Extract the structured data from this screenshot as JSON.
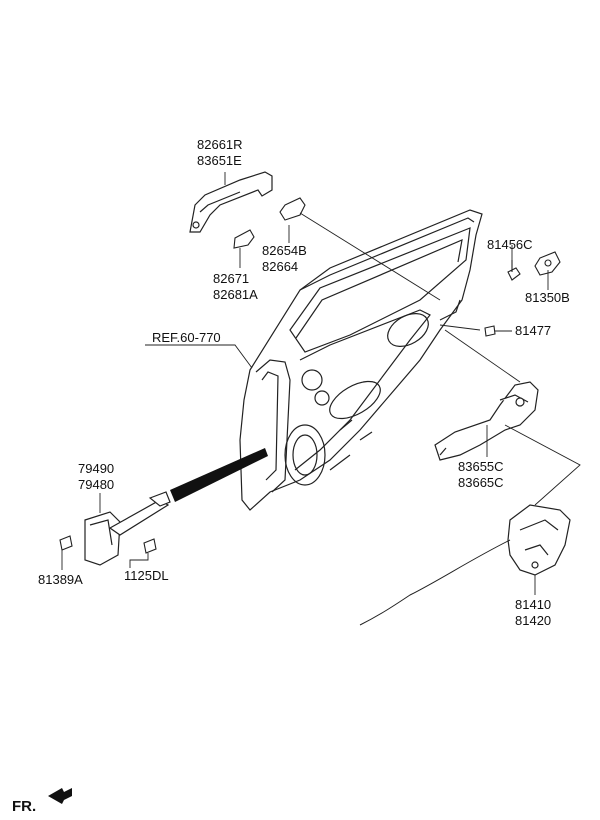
{
  "labels": {
    "outside_handle": [
      "82661R",
      "83651E"
    ],
    "handle_cover_pad": [
      "82654B",
      "82664"
    ],
    "handle_gasket": [
      "82671",
      "82681A"
    ],
    "ref": "REF.60-770",
    "bolt_upper": "81456C",
    "striker_plate": "81350B",
    "bolt_side": "81477",
    "inside_handle": [
      "83655C",
      "83665C"
    ],
    "door_checker": [
      "79490",
      "79480"
    ],
    "checker_bolt_left": "81389A",
    "checker_bolt_right": "1125DL",
    "door_latch": [
      "81410",
      "81420"
    ],
    "front_indicator": "FR."
  },
  "colors": {
    "line": "#222222",
    "fill": "#ffffff",
    "arrow": "#111111"
  }
}
